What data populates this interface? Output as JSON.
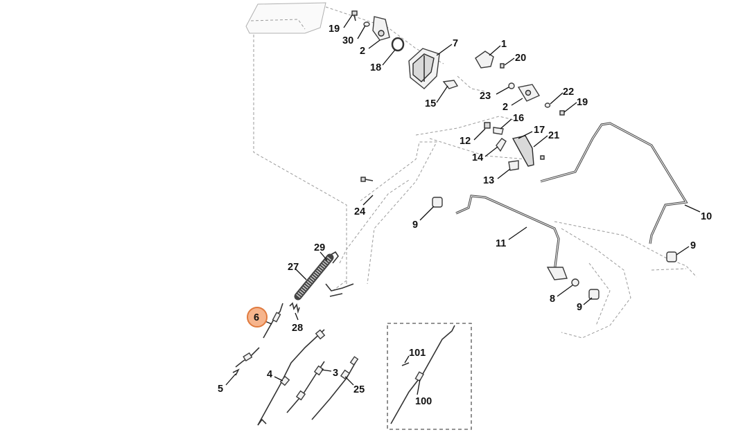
{
  "diagram": {
    "highlighted_part": "6",
    "highlight_color": "#f6b48c",
    "callouts": [
      {
        "id": "c19a",
        "label": "19"
      },
      {
        "id": "c30",
        "label": "30"
      },
      {
        "id": "c2a",
        "label": "2"
      },
      {
        "id": "c18",
        "label": "18"
      },
      {
        "id": "c7",
        "label": "7"
      },
      {
        "id": "c15",
        "label": "15"
      },
      {
        "id": "c1",
        "label": "1"
      },
      {
        "id": "c20",
        "label": "20"
      },
      {
        "id": "c23",
        "label": "23"
      },
      {
        "id": "c2b",
        "label": "2"
      },
      {
        "id": "c22",
        "label": "22"
      },
      {
        "id": "c19b",
        "label": "19"
      },
      {
        "id": "c16",
        "label": "16"
      },
      {
        "id": "c12",
        "label": "12"
      },
      {
        "id": "c17",
        "label": "17"
      },
      {
        "id": "c21",
        "label": "21"
      },
      {
        "id": "c14",
        "label": "14"
      },
      {
        "id": "c13",
        "label": "13"
      },
      {
        "id": "c24",
        "label": "24"
      },
      {
        "id": "c9a",
        "label": "9"
      },
      {
        "id": "c11",
        "label": "11"
      },
      {
        "id": "c10",
        "label": "10"
      },
      {
        "id": "c9b",
        "label": "9"
      },
      {
        "id": "c29",
        "label": "29"
      },
      {
        "id": "c27",
        "label": "27"
      },
      {
        "id": "c6",
        "label": "6"
      },
      {
        "id": "c28",
        "label": "28"
      },
      {
        "id": "c8",
        "label": "8"
      },
      {
        "id": "c9c",
        "label": "9"
      },
      {
        "id": "c5",
        "label": "5"
      },
      {
        "id": "c4",
        "label": "4"
      },
      {
        "id": "c3",
        "label": "3"
      },
      {
        "id": "c25",
        "label": "25"
      },
      {
        "id": "c101",
        "label": "101"
      },
      {
        "id": "c100",
        "label": "100"
      }
    ]
  }
}
